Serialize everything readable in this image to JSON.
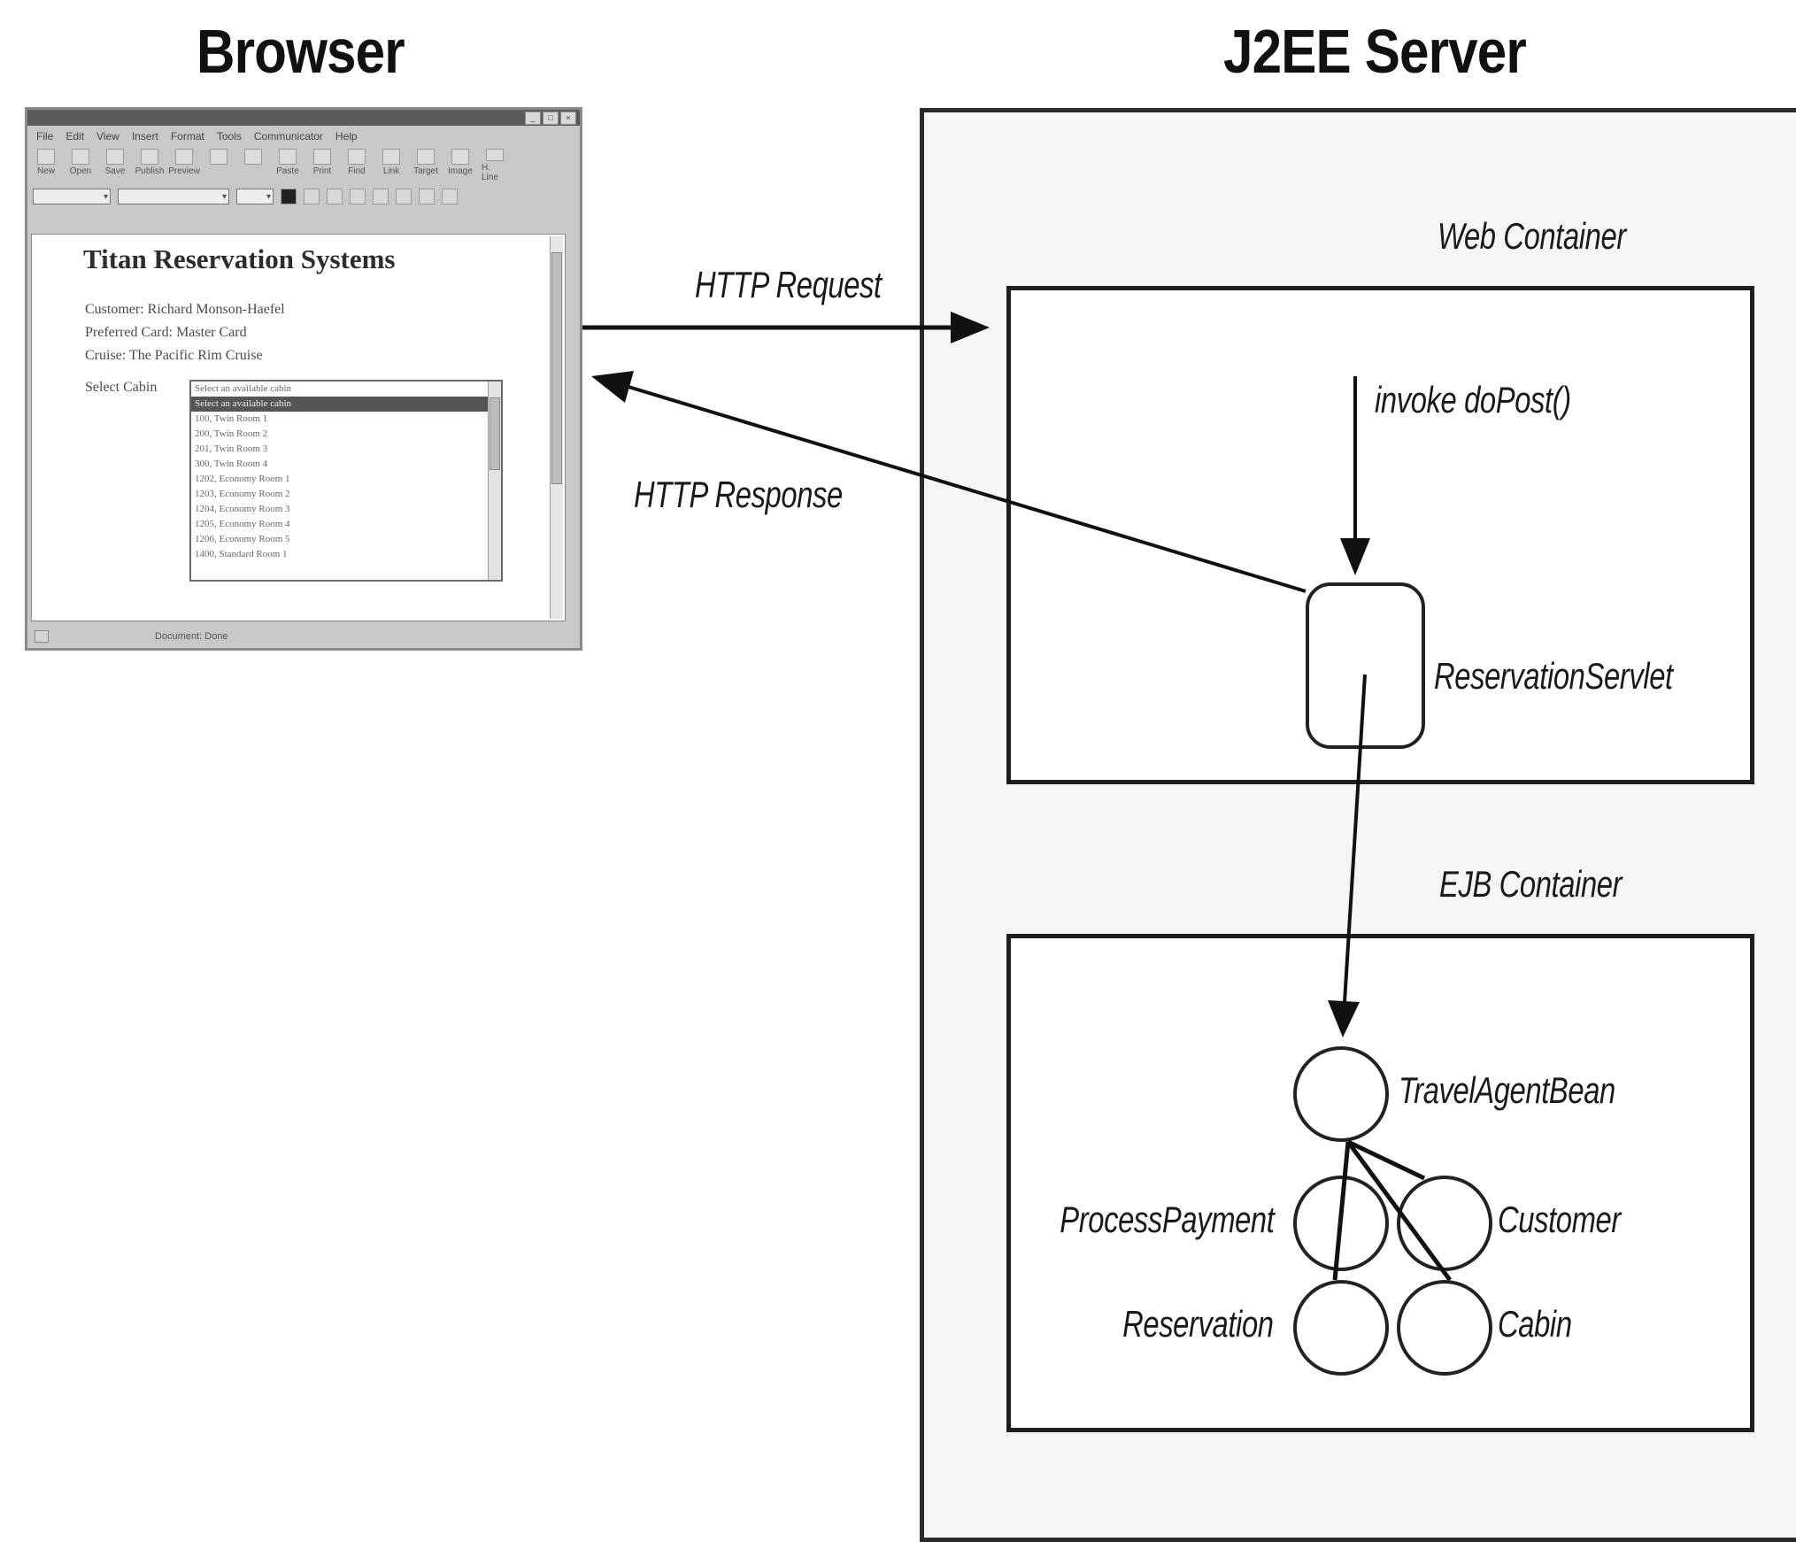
{
  "headings": {
    "browser": "Browser",
    "server": "J2EE Server"
  },
  "labels": {
    "http_request": "HTTP Request",
    "http_response": "HTTP Response",
    "web_container": "Web Container",
    "ejb_container": "EJB Container",
    "invoke": "invoke doPost()",
    "servlet": "ReservationServlet",
    "travel_agent": "TravelAgentBean",
    "process_payment": "ProcessPayment",
    "customer": "Customer",
    "reservation": "Reservation",
    "cabin": "Cabin"
  },
  "browser_window": {
    "menu": [
      "File",
      "Edit",
      "View",
      "Insert",
      "Format",
      "Tools",
      "Communicator",
      "Help"
    ],
    "toolbar": [
      "New",
      "Open",
      "Save",
      "Publish",
      "Preview",
      "",
      "",
      "Paste",
      "Print",
      "Find",
      "Link",
      "Target",
      "Image",
      "H. Line"
    ],
    "page_title": "Titan Reservation Systems",
    "customer_line": "Customer: Richard Monson-Haefel",
    "card_line": "Preferred Card: Master Card",
    "cruise_line": "Cruise: The Pacific Rim Cruise",
    "select_label": "Select Cabin",
    "cabin_options": [
      "Select an available cabin",
      "Select an available cabin",
      "100, Twin Room 1",
      "200, Twin Room 2",
      "201, Twin Room 3",
      "300, Twin Room 4",
      "1202, Economy Room 1",
      "1203, Economy Room 2",
      "1204, Economy Room 3",
      "1205, Economy Room 4",
      "1206, Economy Room 5",
      "1400, Standard Room 1"
    ],
    "status_text": "Document: Done"
  },
  "colors": {
    "line": "#111111",
    "server_fill": "#f5f5f5",
    "container_fill": "#ffffff"
  }
}
